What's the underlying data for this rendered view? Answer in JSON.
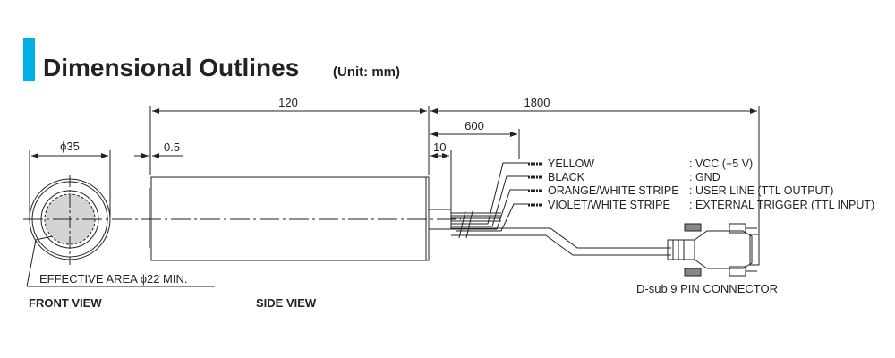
{
  "title": {
    "text": "Dimensional Outlines",
    "unit": "(Unit: mm)",
    "accent_color": "#00b0e8"
  },
  "dimensions": {
    "body_length": "120",
    "cable_length": "1800",
    "wire_length": "600",
    "nose_length": "10",
    "lip": "0.5",
    "diameter": "ϕ35"
  },
  "annotations": {
    "effective_area": "EFFECTIVE AREA ϕ22 MIN.",
    "front_view": "FRONT VIEW",
    "side_view": "SIDE VIEW",
    "connector": "D-sub 9 PIN CONNECTOR"
  },
  "wires": [
    {
      "color": "YELLOW",
      "function": ": VCC (+5 V)"
    },
    {
      "color": "BLACK",
      "function": ": GND"
    },
    {
      "color": "ORANGE/WHITE STRIPE",
      "function": ": USER LINE (TTL OUTPUT)"
    },
    {
      "color": "VIOLET/WHITE STRIPE",
      "function": ": EXTERNAL TRIGGER (TTL INPUT)"
    }
  ]
}
